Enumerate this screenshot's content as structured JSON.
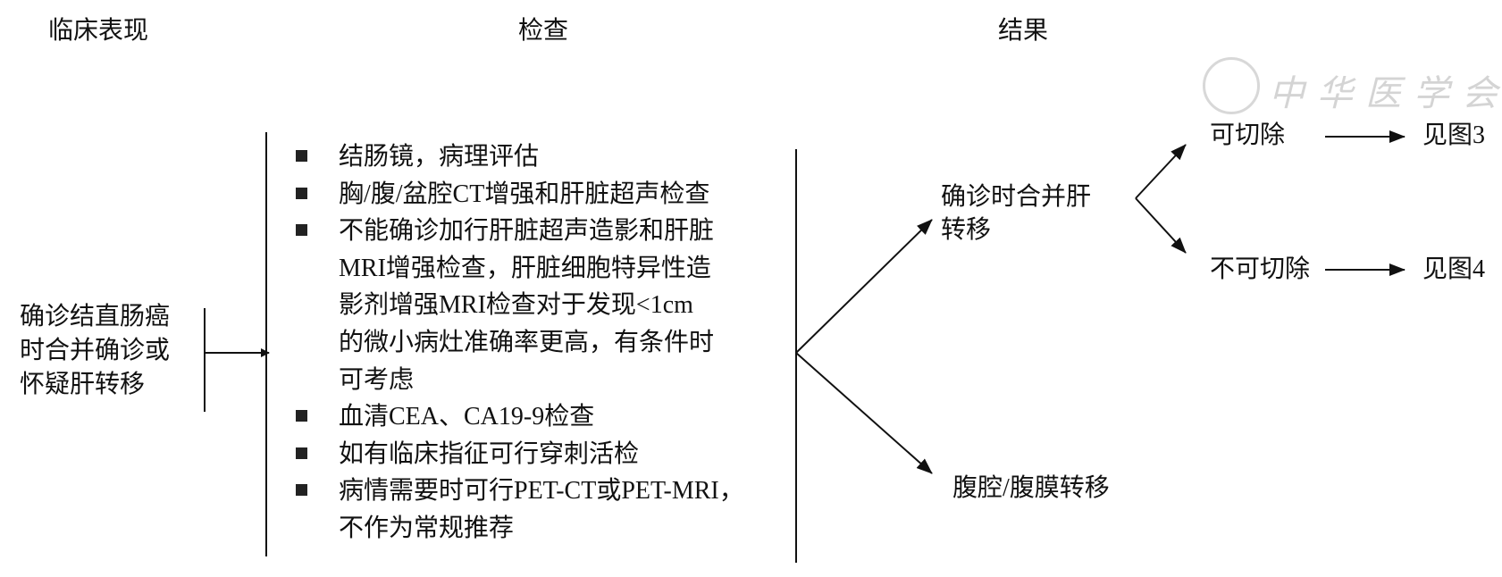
{
  "headers": {
    "clinical": "临床表现",
    "exam": "检查",
    "result": "结果"
  },
  "watermark": "中华医学会",
  "left_box": {
    "lines": [
      "确诊结直肠癌",
      "时合并确诊或",
      "怀疑肝转移"
    ]
  },
  "exam_items": [
    {
      "bullet": true,
      "text": "结肠镜，病理评估"
    },
    {
      "bullet": true,
      "text": "胸/腹/盆腔CT增强和肝脏超声检查"
    },
    {
      "bullet": true,
      "text": "不能确诊加行肝脏超声造影和肝脏"
    },
    {
      "bullet": false,
      "text": "MRI增强检查，肝脏细胞特异性造"
    },
    {
      "bullet": false,
      "text": "影剂增强MRI检查对于发现<1cm"
    },
    {
      "bullet": false,
      "text": "的微小病灶准确率更高，有条件时"
    },
    {
      "bullet": false,
      "text": "可考虑"
    },
    {
      "bullet": true,
      "text": "血清CEA、CA19-9检查"
    },
    {
      "bullet": true,
      "text": "如有临床指征可行穿刺活检"
    },
    {
      "bullet": true,
      "text": "病情需要时可行PET-CT或PET-MRI，"
    },
    {
      "bullet": false,
      "text": "不作为常规推荐"
    }
  ],
  "results": {
    "liver": [
      "确诊时合并肝",
      "转移"
    ],
    "peritoneal": "腹腔/腹膜转移",
    "resectable": "可切除",
    "unresectable": "不可切除",
    "see_fig3": "见图3",
    "see_fig4": "见图4"
  }
}
